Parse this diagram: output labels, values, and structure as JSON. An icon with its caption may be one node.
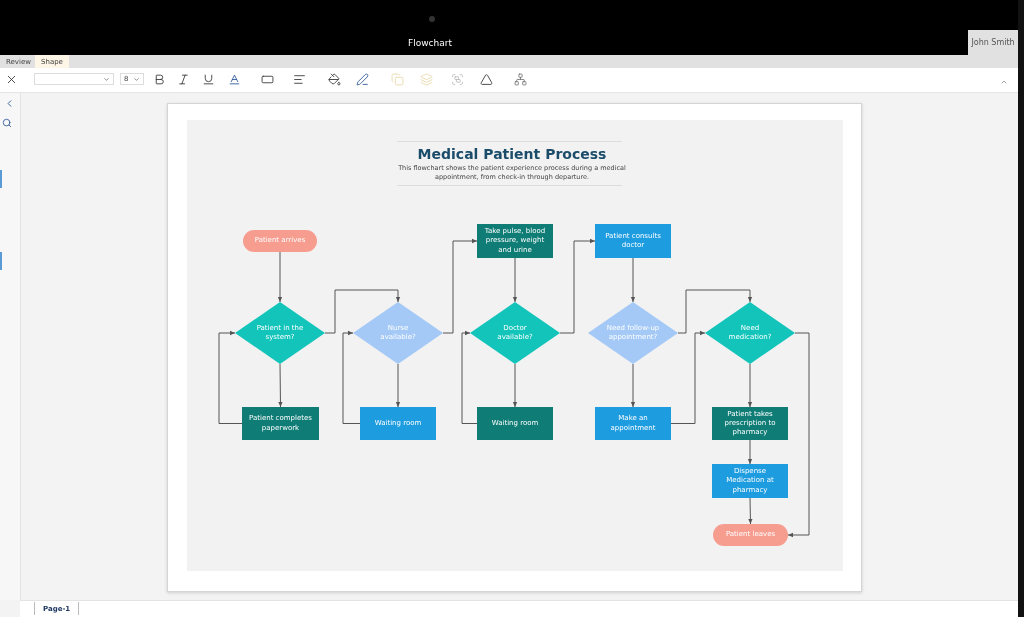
{
  "diagram": {
    "title": "Medical Patient Process",
    "caption": "This flowchart shows the patient experience process during a medical appointment, from check-in through departure.",
    "nodes": [
      {
        "text": [
          "Patient arrives"
        ]
      },
      {
        "text": [
          "Patient in the system?"
        ]
      },
      {
        "text": [
          "Patient completes paperwork"
        ]
      },
      {
        "text": [
          "Nurse available?"
        ]
      },
      {
        "text": [
          "Waiting room"
        ]
      },
      {
        "text": [
          "Take pulse, blood pressure, weight and urine"
        ]
      },
      {
        "text": [
          "Doctor available?"
        ]
      },
      {
        "text": [
          "Waiting room"
        ]
      },
      {
        "text": [
          "Patient consults doctor"
        ]
      },
      {
        "text": [
          "Need follow-up appointment?"
        ]
      },
      {
        "text": [
          "Make an appointment"
        ]
      },
      {
        "text": [
          "Need medication?"
        ]
      },
      {
        "text": [
          "Patient takes prescription to pharmacy"
        ]
      },
      {
        "text": [
          "Dispense Medication at pharmacy"
        ]
      },
      {
        "text": [
          "Patient leaves"
        ]
      }
    ],
    "edges": [
      {
        "from": 0,
        "to": 1,
        "arrow": "to"
      },
      {
        "from": 1,
        "to": 2,
        "arrow": "to"
      },
      {
        "from": 2,
        "to": 1,
        "arrow": "to"
      },
      {
        "from": 1,
        "to": 3,
        "arrow": "to"
      },
      {
        "from": 3,
        "to": 4,
        "arrow": "to"
      },
      {
        "from": 4,
        "to": 3,
        "arrow": "to"
      },
      {
        "from": 3,
        "to": 5,
        "arrow": "to"
      },
      {
        "from": 5,
        "to": 6,
        "arrow": "to"
      },
      {
        "from": 6,
        "to": 7,
        "arrow": "to"
      },
      {
        "from": 7,
        "to": 6,
        "arrow": "to"
      },
      {
        "from": 6,
        "to": 8,
        "arrow": "to"
      },
      {
        "from": 8,
        "to": 9,
        "arrow": "to"
      },
      {
        "from": 9,
        "to": 10,
        "arrow": "to"
      },
      {
        "from": 9,
        "to": 11,
        "arrow": "to"
      },
      {
        "from": 10,
        "to": 11,
        "arrow": "to"
      },
      {
        "from": 11,
        "to": 12,
        "arrow": "to"
      },
      {
        "from": 12,
        "to": 13,
        "arrow": "to"
      },
      {
        "from": 13,
        "to": 14,
        "arrow": "to"
      },
      {
        "from": 11,
        "to": 14,
        "arrow": "to"
      }
    ],
    "labels": [
      "Flowchart",
      "John Smith",
      "Review",
      "Shape",
      "8",
      "Page-1"
    ]
  }
}
